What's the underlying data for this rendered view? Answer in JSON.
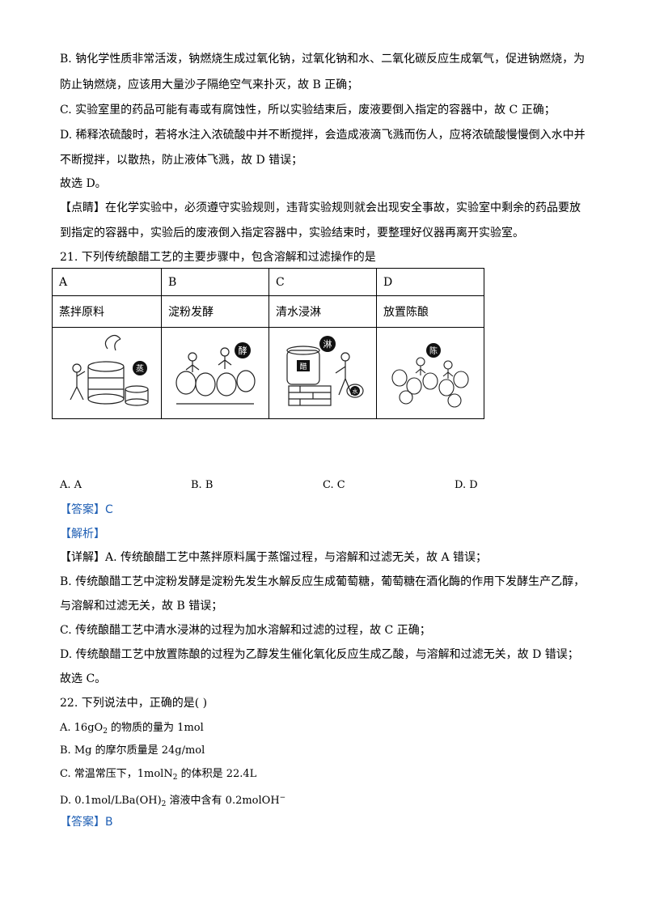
{
  "lines": {
    "l1": "B. 钠化学性质非常活泼，钠燃烧生成过氧化钠，过氧化钠和水、二氧化碳反应生成氧气，促进钠燃烧，为",
    "l2": "防止钠燃烧，应该用大量沙子隔绝空气来扑灭，故 B 正确；",
    "l3": "C. 实验室里的药品可能有毒或有腐蚀性，所以实验结束后，废液要倒入指定的容器中，故 C 正确；",
    "l4": "D. 稀释浓硫酸时，若将水注入浓硫酸中并不断搅拌，会造成液滴飞溅而伤人，应将浓硫酸慢慢倒入水中并",
    "l5": "不断搅拌，以散热，防止液体飞溅，故 D 错误；",
    "l6": "故选 D。",
    "l7_tag": "【点睛】",
    "l7": "在化学实验中，必须遵守实验规则，违背实验规则就会出现安全事故，实验室中剩余的药品要放",
    "l8": "到指定的容器中，实验后的废液倒入指定容器中，实验结束时，要整理好仪器再离开实验室。",
    "q21": "21. 下列传统酿醋工艺的主要步骤中，包含溶解和过滤操作的是"
  },
  "table": {
    "headers": [
      "A",
      "B",
      "C",
      "D"
    ],
    "steps": [
      "蒸拌原料",
      "淀粉发酵",
      "清水浸淋",
      "放置陈酿"
    ],
    "seal_chars": [
      "蒸",
      "酵",
      "淋",
      "陈"
    ],
    "seal_chars_c_extra": [
      "醋",
      "水"
    ]
  },
  "options21": [
    "A.  A",
    "B.  B",
    "C.  C",
    "D.  D"
  ],
  "answer21": {
    "tag": "【答案】",
    "value": "C"
  },
  "analysis_tag": "【解析】",
  "detail": {
    "tag": "【详解】",
    "d1": "A. 传统酿醋工艺中蒸拌原料属于蒸馏过程，与溶解和过滤无关，故 A 错误；",
    "d2": "B. 传统酿醋工艺中淀粉发酵是淀粉先发生水解反应生成葡萄糖，葡萄糖在酒化酶的作用下发酵生产乙醇，",
    "d3": "与溶解和过滤无关，故 B 错误；",
    "d4": "C. 传统酿醋工艺中清水浸淋的过程为加水溶解和过滤的过程，故 C 正确；",
    "d5": "D. 传统酿醋工艺中放置陈酿的过程为乙醇发生催化氧化反应生成乙酸，与溶解和过滤无关，故 D 错误；",
    "d6": "故选 C。"
  },
  "q22": {
    "stem": "22. 下列说法中，正确的是(    )",
    "a_pre": "A.   16gO",
    "a_sub": "2",
    "a_post": " 的物质的量为 1mol",
    "b": "B.   Mg 的摩尔质量是 24g/mol",
    "c_pre": "C.   常温常压下，1molN",
    "c_sub": "2",
    "c_post": " 的体积是 22.4L",
    "d_pre": "D.   0.1mol/LBa(OH)",
    "d_sub": "2",
    "d_mid": " 溶液中含有 0.2molOH",
    "d_sup": "−"
  },
  "answer22": {
    "tag": "【答案】",
    "value": "B"
  }
}
